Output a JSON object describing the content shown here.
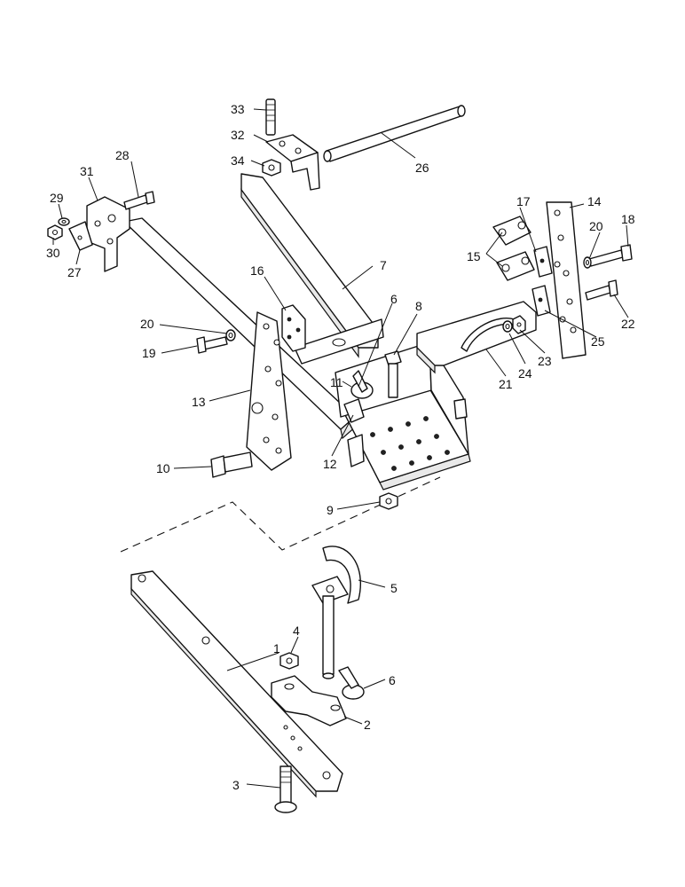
{
  "callouts": {
    "c1": "1",
    "c2": "2",
    "c3": "3",
    "c4": "4",
    "c5": "5",
    "c6a": "6",
    "c6b": "6",
    "c7": "7",
    "c8": "8",
    "c9": "9",
    "c10": "10",
    "c11": "11",
    "c12": "12",
    "c13": "13",
    "c14": "14",
    "c15": "15",
    "c16": "16",
    "c17": "17",
    "c18": "18",
    "c19": "19",
    "c20a": "20",
    "c20b": "20",
    "c21": "21",
    "c22": "22",
    "c23": "23",
    "c24": "24",
    "c25": "25",
    "c26": "26",
    "c27": "27",
    "c28": "28",
    "c29": "29",
    "c30": "30",
    "c31": "31",
    "c32": "32",
    "c33": "33",
    "c34": "34"
  }
}
